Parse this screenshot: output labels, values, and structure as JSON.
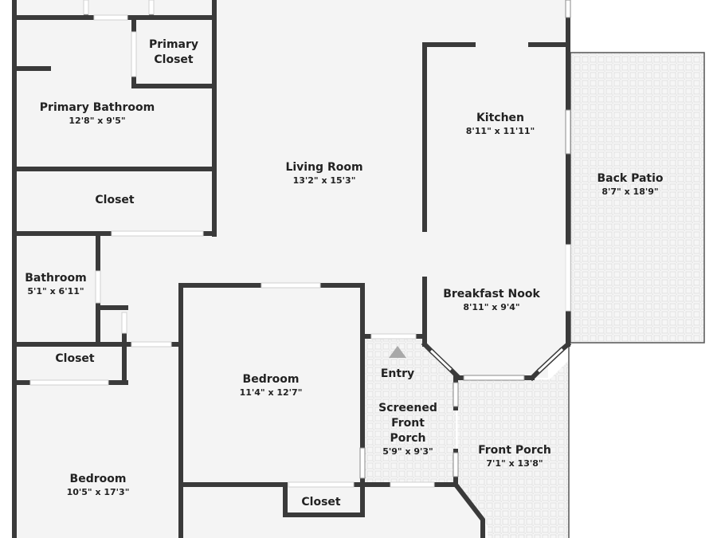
{
  "floorplan": {
    "colors": {
      "wall": "#3a3a3a",
      "floor": "#f4f4f4",
      "background": "#ffffff",
      "tile_floor": "#f4f4f4",
      "tile_line": "#dedede",
      "entry_marker": "#a9a9a9"
    },
    "rooms": [
      {
        "id": "primary-closet",
        "name": "Primary\nCloset",
        "name_lines": [
          "Primary",
          "Closet"
        ],
        "dims": ""
      },
      {
        "id": "primary-bathroom",
        "name": "Primary Bathroom",
        "dims": "12'8\" x 9'5\""
      },
      {
        "id": "closet-1",
        "name": "Closet",
        "dims": ""
      },
      {
        "id": "living-room",
        "name": "Living Room",
        "dims": "13'2\" x 15'3\""
      },
      {
        "id": "kitchen",
        "name": "Kitchen",
        "dims": "8'11\" x 11'11\""
      },
      {
        "id": "back-patio",
        "name": "Back Patio",
        "dims": "8'7\" x 18'9\""
      },
      {
        "id": "bathroom",
        "name": "Bathroom",
        "dims": "5'1\" x 6'11\""
      },
      {
        "id": "breakfast-nook",
        "name": "Breakfast Nook",
        "dims": "8'11\" x 9'4\""
      },
      {
        "id": "closet-2",
        "name": "Closet",
        "dims": ""
      },
      {
        "id": "entry",
        "name": "Entry",
        "dims": ""
      },
      {
        "id": "bedroom-1",
        "name": "Bedroom",
        "dims": "11'4\" x 12'7\""
      },
      {
        "id": "screened-front-porch",
        "name_lines": [
          "Screened",
          "Front",
          "Porch"
        ],
        "dims": "5'9\" x 9'3\""
      },
      {
        "id": "front-porch",
        "name": "Front Porch",
        "dims": "7'1\" x 13'8\""
      },
      {
        "id": "bedroom-2",
        "name": "Bedroom",
        "dims": "10'5\" x 17'3\""
      },
      {
        "id": "closet-3",
        "name": "Closet",
        "dims": ""
      }
    ]
  }
}
